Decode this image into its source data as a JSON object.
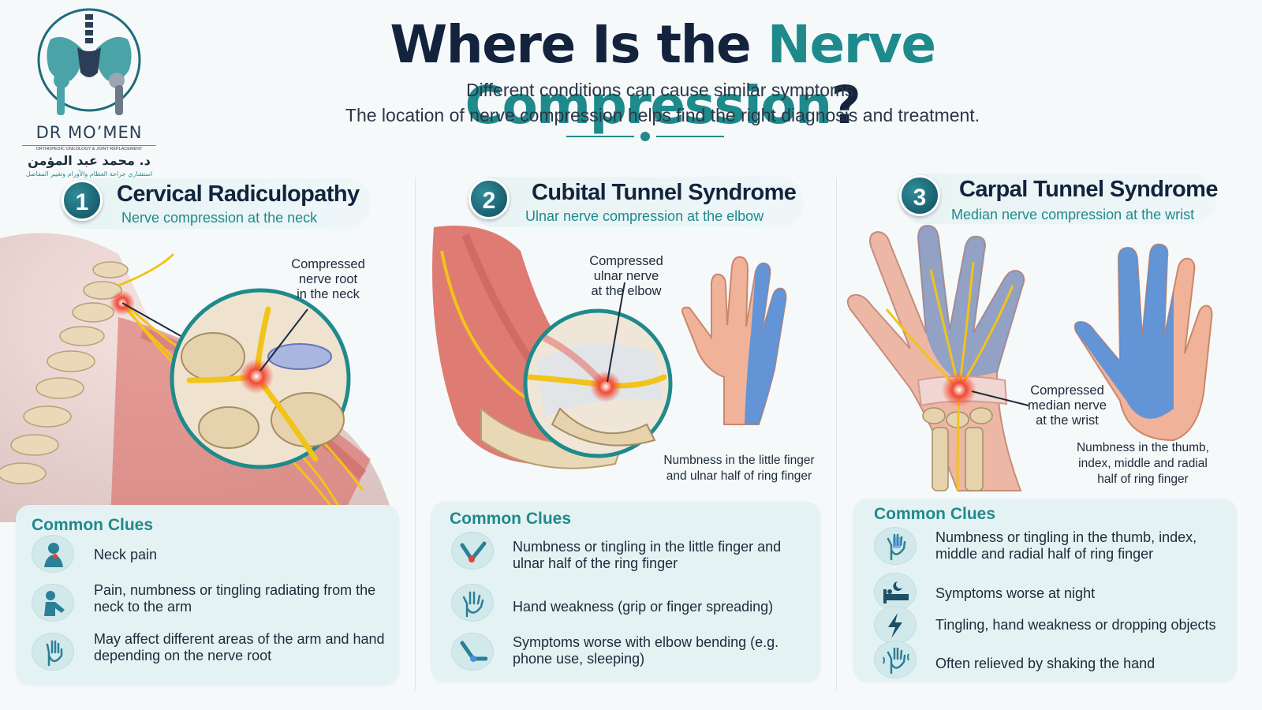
{
  "logo": {
    "name": "DR MO’MEN",
    "subtitle": "ORTHOPEDIC ONCOLOGY & JOINT REPLACEMENT",
    "arabic_name": "د. محمد عبد المؤمن",
    "arabic_subtitle": "استشاري جراحة العظام والأورام وتغيير المفاصل"
  },
  "header": {
    "title_part1": "Where Is the ",
    "title_accent": "Nerve Compression",
    "title_end": "?",
    "subtitle_line1": "Different conditions can cause similar symptoms.",
    "subtitle_line2": "The location of nerve compression helps find the right diagnosis and treatment."
  },
  "conditions": [
    {
      "number": "1",
      "title": "Cervical Radiculopathy",
      "subtitle": "Nerve compression at the neck",
      "callout": [
        "Compressed",
        "nerve root",
        "in the neck"
      ],
      "clues_title": "Common Clues",
      "clues": [
        "Neck pain",
        "Pain, numbness or tingling radiating from the neck to the arm",
        "May affect different areas of the arm and hand depending on the nerve root"
      ]
    },
    {
      "number": "2",
      "title": "Cubital Tunnel Syndrome",
      "subtitle": "Ulnar nerve compression at the elbow",
      "callout": [
        "Compressed",
        "ulnar nerve",
        "at the elbow"
      ],
      "caption": [
        "Numbness in the little finger",
        "and ulnar half of ring finger"
      ],
      "clues_title": "Common Clues",
      "clues": [
        "Numbness or tingling in the little finger and ulnar half of the ring finger",
        "Hand weakness (grip or finger spreading)",
        "Symptoms worse with elbow bending (e.g. phone use, sleeping)"
      ]
    },
    {
      "number": "3",
      "title": "Carpal Tunnel Syndrome",
      "subtitle": "Median nerve compression at the wrist",
      "callout": [
        "Compressed",
        "median nerve",
        "at the wrist"
      ],
      "caption": [
        "Numbness in the thumb,",
        "index, middle and radial",
        "half of ring finger"
      ],
      "clues_title": "Common Clues",
      "clues": [
        "Numbness or tingling in the thumb, index, middle and radial half of ring finger",
        "Symptoms worse at night",
        "Tingling, hand weakness or dropping objects",
        "Often relieved by shaking the hand"
      ]
    }
  ],
  "colors": {
    "accent": "#1f8a8c",
    "navy": "#13233d",
    "nerve": "#f2c318",
    "inflammation": "#e8412f",
    "numbness": "#4a8fe0",
    "panel": "#e5f2f3"
  },
  "icons": {
    "c1": [
      "neck-pain-icon",
      "arm-pain-icon",
      "arm-hand-icon"
    ],
    "c2": [
      "elbow-icon",
      "hand-weakness-icon",
      "elbow-bending-icon"
    ],
    "c3": [
      "hand-tingle-icon",
      "night-bed-icon",
      "lightning-icon",
      "shaking-hand-icon"
    ]
  }
}
